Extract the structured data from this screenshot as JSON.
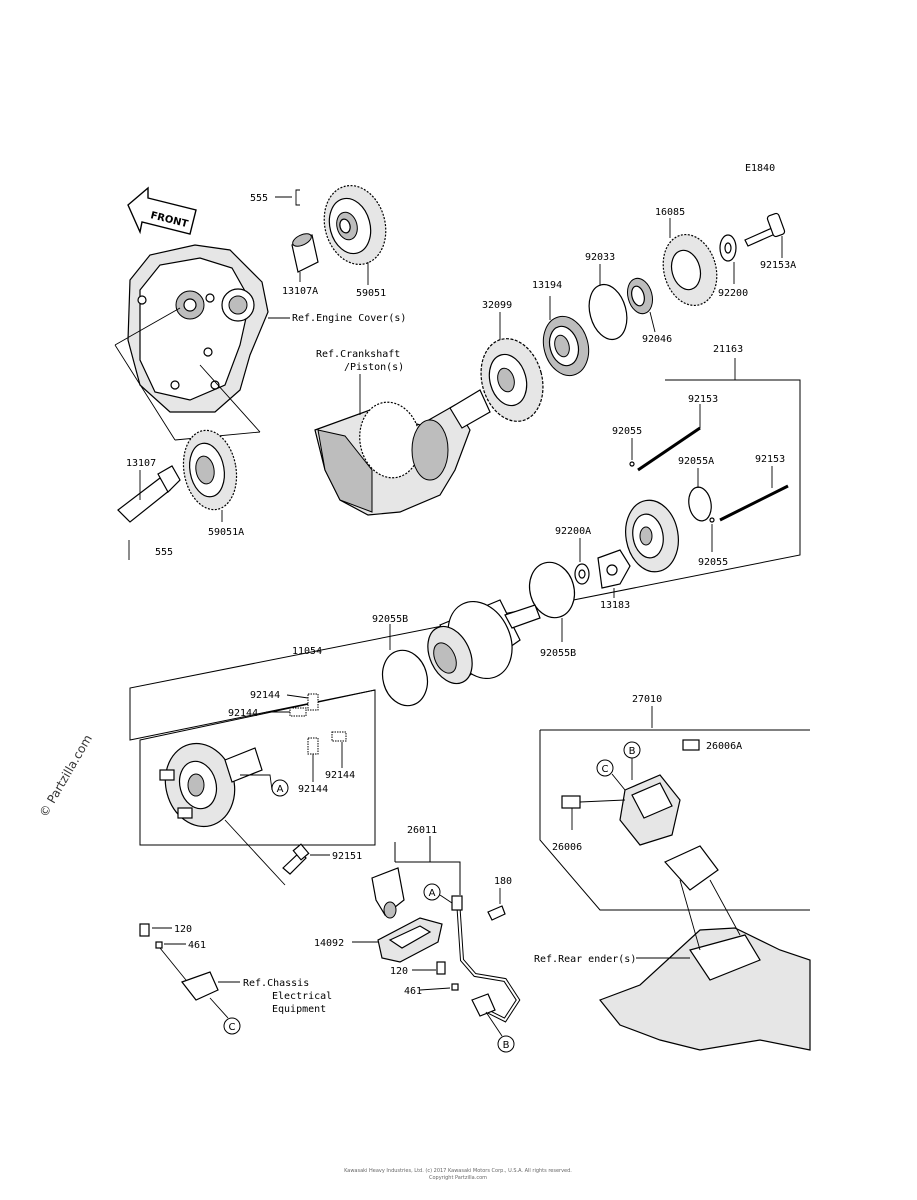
{
  "diagram_code": "E1840",
  "front_arrow": "FRONT",
  "watermark": "© Partzilla.com",
  "footer": "Kawasaki Heavy Industries, Ltd. (c) 2017 Kawasaki Motors Corp., U.S.A. All rights reserved.",
  "footer2": "Copyright Partzilla.com",
  "refs": {
    "engine_cover": "Ref.Engine Cover(s)",
    "crankshaft_1": "Ref.Crankshaft",
    "crankshaft_2": "/Piston(s)",
    "rear_fender": "Ref.Rear  ender(s)",
    "chassis_1": "Ref.Chassis",
    "chassis_2": "Electrical",
    "chassis_3": "Equipment"
  },
  "callouts": {
    "a": "A",
    "b": "B",
    "c": "C"
  },
  "parts": {
    "p555_top": "555",
    "p13107a": "13107A",
    "p59051": "59051",
    "p13107": "13107",
    "p555_bottom": "555",
    "p59051a": "59051A",
    "p32099": "32099",
    "p13194": "13194",
    "p92033": "92033",
    "p16085": "16085",
    "p92153a": "92153A",
    "p92200": "92200",
    "p92046": "92046",
    "p21163": "21163",
    "p92153_a": "92153",
    "p92055_a": "92055",
    "p92055a": "92055A",
    "p92153_b": "92153",
    "p92200a": "92200A",
    "p92055_b": "92055",
    "p13183": "13183",
    "p92055b_a": "92055B",
    "p92055b_b": "92055B",
    "p11054": "11054",
    "p92144_1": "92144",
    "p92144_2": "92144",
    "p92144_3": "92144",
    "p92144_4": "92144",
    "p92151": "92151",
    "p27010": "27010",
    "p26006a": "26006A",
    "p26006": "26006",
    "p26011": "26011",
    "p180": "180",
    "p14092": "14092",
    "p120_a": "120",
    "p461_a": "461",
    "p120_b": "120",
    "p461_b": "461"
  }
}
